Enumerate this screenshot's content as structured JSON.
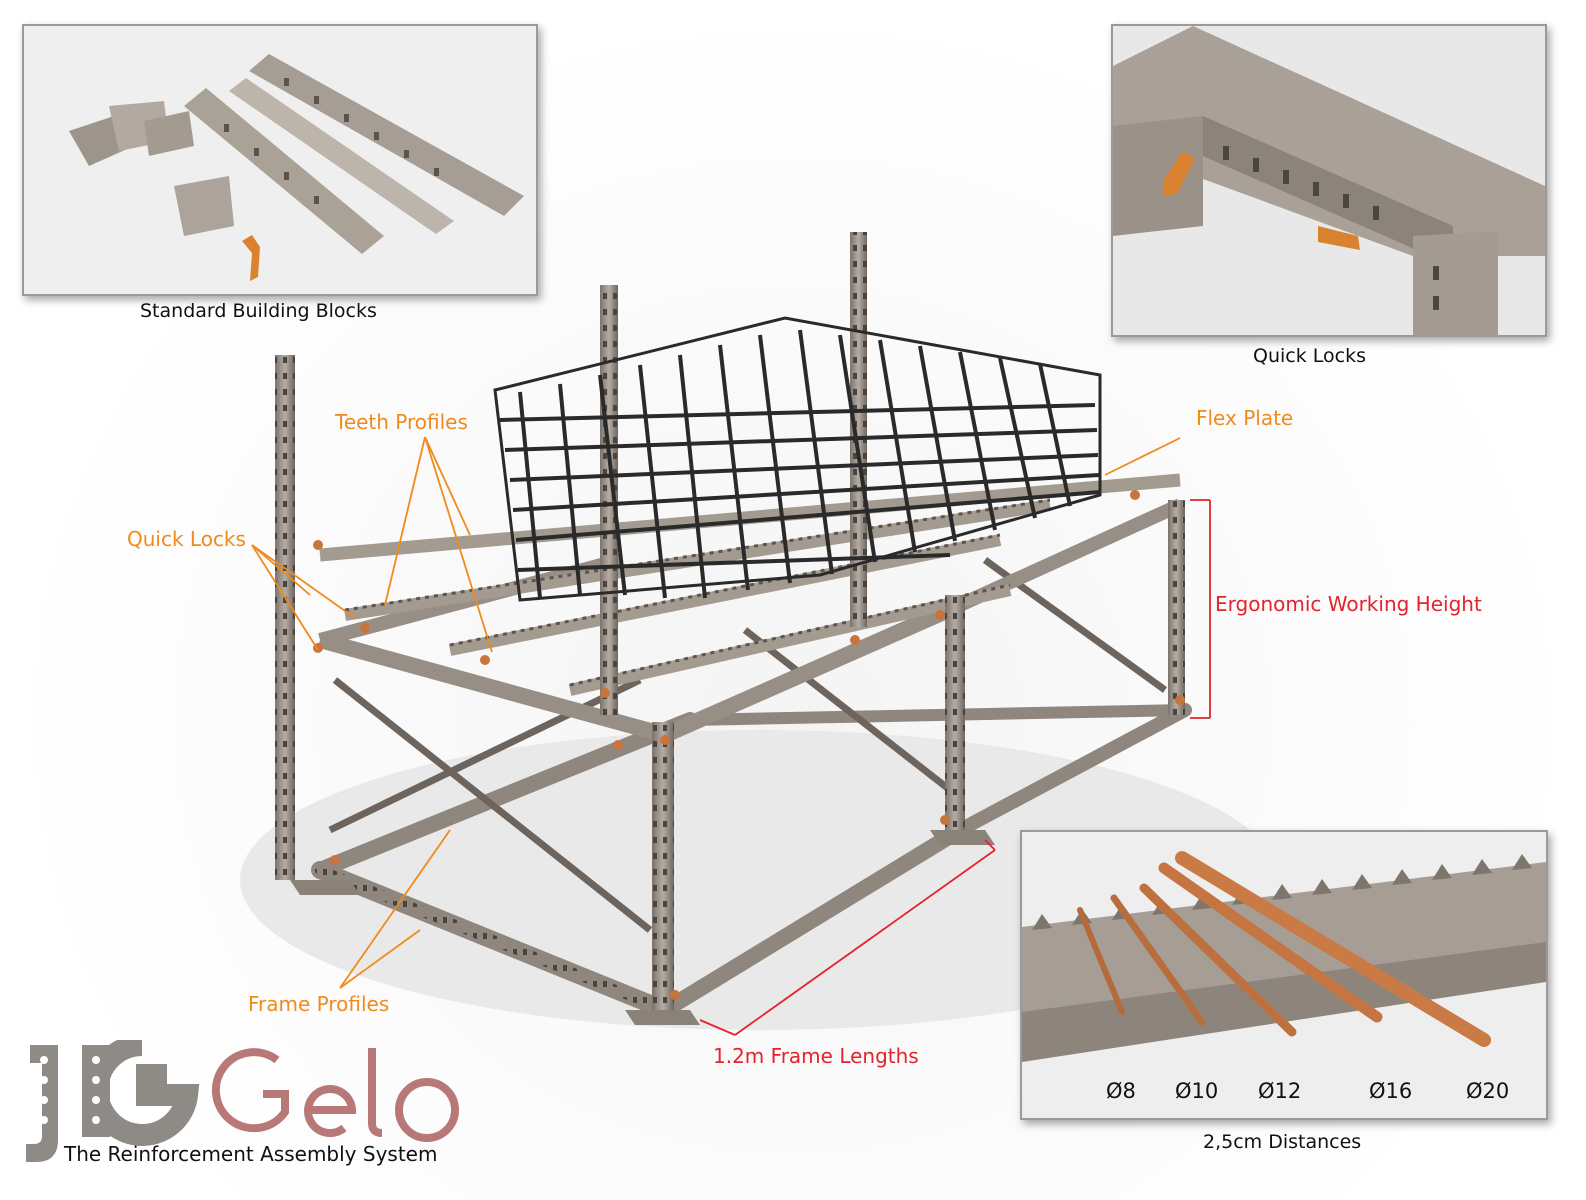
{
  "insets": {
    "building_blocks": {
      "caption": "Standard Building Blocks"
    },
    "quick_locks": {
      "caption": "Quick Locks"
    },
    "distances": {
      "caption": "2,5cm Distances",
      "diameters": [
        "Ø8",
        "Ø10",
        "Ø12",
        "Ø16",
        "Ø20"
      ]
    }
  },
  "callouts": {
    "teeth_profiles": "Teeth Profiles",
    "quick_locks": "Quick Locks",
    "flex_plate": "Flex Plate",
    "ergonomic_height": "Ergonomic Working Height",
    "frame_profiles": "Frame Profiles",
    "frame_lengths": "1.2m Frame Lengths"
  },
  "logo": {
    "brand": "JIGGelo",
    "tagline": "The Reinforcement Assembly System"
  },
  "colors": {
    "callout": "#f08a1c",
    "dimension": "#e3232d",
    "steel": "#9c938a",
    "rebar_cage": "#2a2a2a",
    "copper": "#c8743d",
    "logo_jig": "#8e8a86",
    "logo_gelo": "#b87878"
  }
}
